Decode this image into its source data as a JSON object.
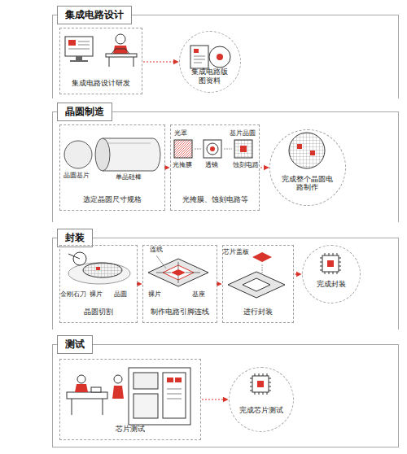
{
  "diagram": {
    "nodes": [
      {
        "text": [
          "集成电路设计"
        ]
      },
      {
        "text": [
          "集成电路设计研发"
        ],
        "in": 0
      },
      {
        "text": [
          "集成电路版图资料"
        ],
        "in": 0
      },
      {
        "text": [
          "晶圆制造"
        ]
      },
      {
        "text": [
          "选定晶圆尺寸规格"
        ],
        "in": 3
      },
      {
        "text": [
          "光掩膜、蚀刻电路等"
        ],
        "in": 3
      },
      {
        "text": [
          "完成整个晶圆电路制作"
        ],
        "in": 3
      },
      {
        "text": [
          "封装"
        ]
      },
      {
        "text": [
          "晶圆切割"
        ],
        "in": 7
      },
      {
        "text": [
          "制作电路引脚连线"
        ],
        "in": 7
      },
      {
        "text": [
          "进行封装"
        ],
        "in": 7
      },
      {
        "text": [
          "完成封装"
        ],
        "in": 7
      },
      {
        "text": [
          "测试"
        ]
      },
      {
        "text": [
          "芯片测试"
        ],
        "in": 12
      },
      {
        "text": [
          "完成芯片测试"
        ],
        "in": 12
      }
    ],
    "edges": [
      {
        "from": 1,
        "to": 2,
        "arrow": "to"
      },
      {
        "from": 4,
        "to": 5,
        "arrow": "to"
      },
      {
        "from": 5,
        "to": 6,
        "arrow": "to"
      },
      {
        "from": 8,
        "to": 9,
        "arrow": "to"
      },
      {
        "from": 9,
        "to": 10,
        "arrow": "to"
      },
      {
        "from": 10,
        "to": 11,
        "arrow": "to"
      },
      {
        "from": 13,
        "to": 14,
        "arrow": "to"
      }
    ],
    "labels": [
      "晶圆基片",
      "单晶硅棒",
      "光罩",
      "基片晶圆",
      "光掩膜",
      "透镜",
      "蚀刻电路",
      "金刚石刀",
      "裸片",
      "晶圆",
      "连线",
      "裸片",
      "基座",
      "芯片盖板"
    ]
  }
}
